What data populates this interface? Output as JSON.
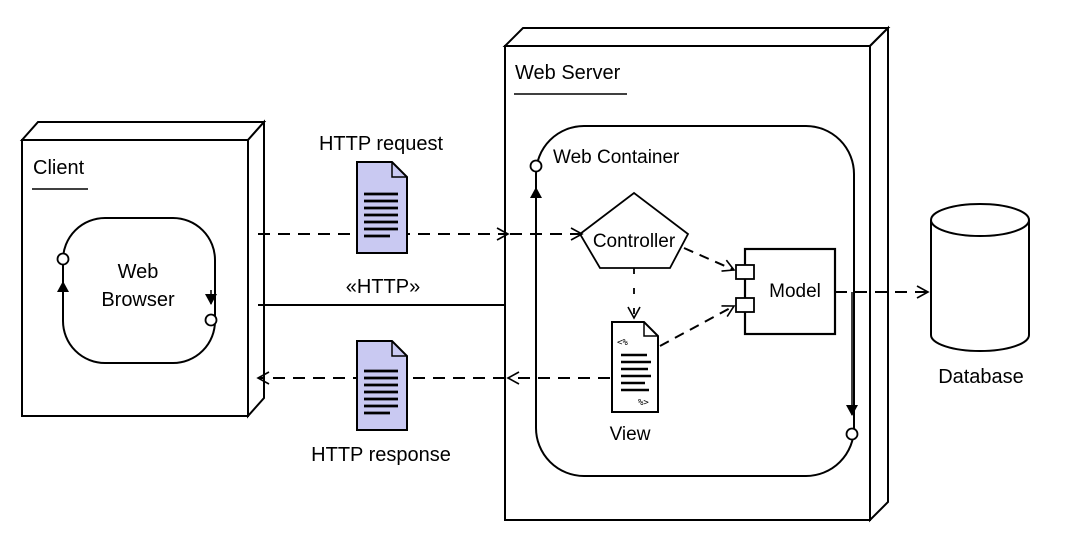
{
  "client": {
    "label": "Client"
  },
  "web_browser": {
    "line1": "Web",
    "line2": "Browser"
  },
  "web_server": {
    "label": "Web Server"
  },
  "web_container": {
    "label": "Web Container"
  },
  "controller": {
    "label": "Controller"
  },
  "model": {
    "label": "Model"
  },
  "view": {
    "label": "View",
    "jsp_open": "<%",
    "jsp_close": "%>"
  },
  "database": {
    "label": "Database"
  },
  "http_request": {
    "label": "HTTP request"
  },
  "http_response": {
    "label": "HTTP response"
  },
  "http_link": {
    "label": "«HTTP»"
  },
  "colors": {
    "document_fill": "#c9c9f2",
    "stroke": "#000000",
    "background": "#ffffff"
  }
}
